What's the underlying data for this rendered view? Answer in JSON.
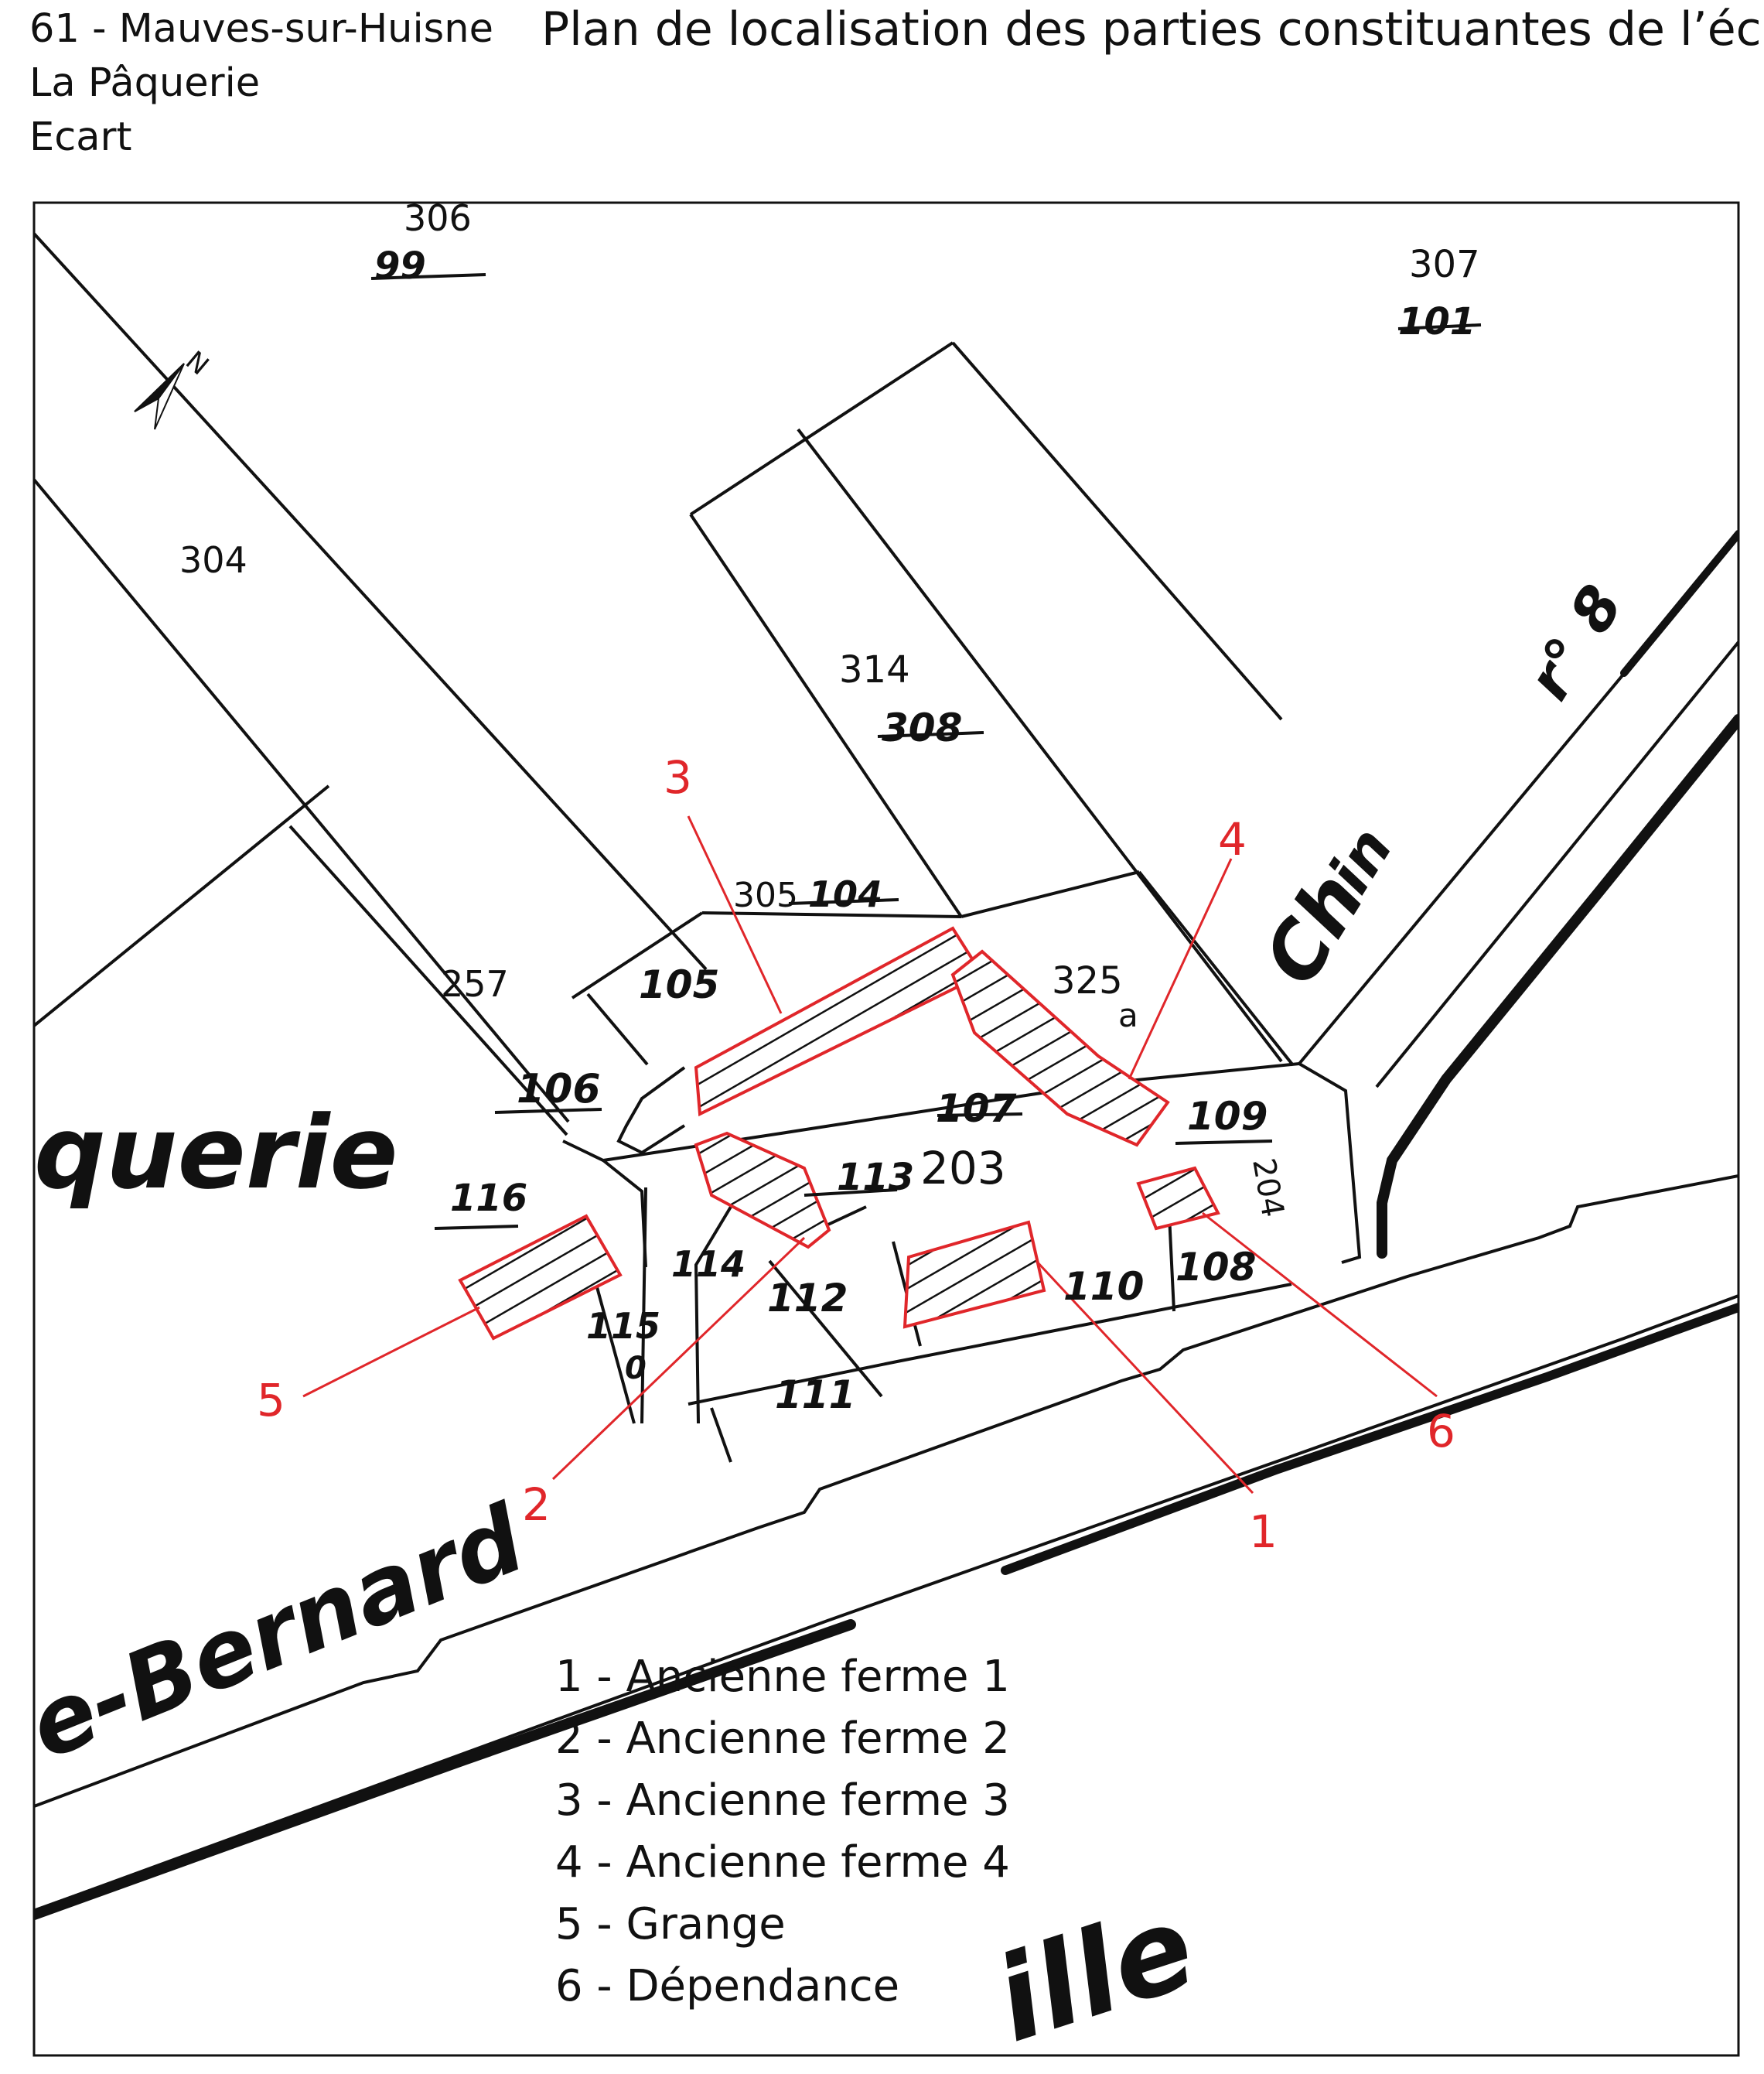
{
  "header": {
    "line1": "61 - Mauves-sur-Huisne",
    "line2": "La Pâquerie",
    "line3": "Ecart",
    "title": "Plan de localisation des parties constituantes de l’écart"
  },
  "map": {
    "parcels": {
      "p306": "306",
      "p99": "99",
      "p307": "307",
      "p101": "101",
      "p304": "304",
      "p314": "314",
      "p308": "308",
      "p257": "257",
      "p305": "305",
      "p104": "104",
      "p105": "105",
      "p325": "325",
      "p325a": "a",
      "p106": "106",
      "p107": "107",
      "p203": "203",
      "p109": "109",
      "p204": "204",
      "p116": "116",
      "p113": "113",
      "p114": "114",
      "p112": "112",
      "p110": "110",
      "p108": "108",
      "p115": "115",
      "p115b": "0",
      "p111": "111"
    },
    "streets": {
      "paquerie": "querie",
      "chemin": "Ch",
      "chemin_sup": "in",
      "chemin_num": "r° 8",
      "bernard": "e-Bernard",
      "ville": "ille"
    },
    "markers": [
      "1",
      "2",
      "3",
      "4",
      "5",
      "6"
    ],
    "highlight_color": "#e0262a"
  },
  "legend": [
    "1 - Ancienne ferme 1",
    "2 - Ancienne ferme 2",
    "3 - Ancienne ferme 3",
    "4 - Ancienne ferme 4",
    "5 - Grange",
    "6 - Dépendance"
  ]
}
